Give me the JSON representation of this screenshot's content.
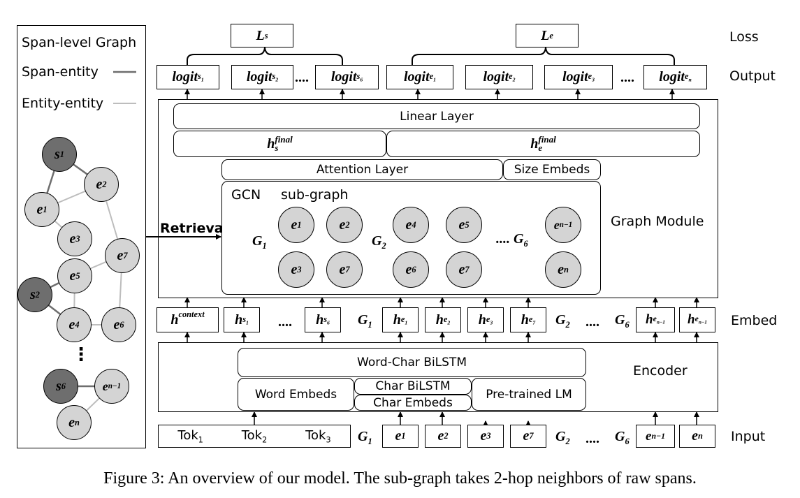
{
  "legend": {
    "title": "Span-level Graph",
    "span_entity": "Span-entity",
    "entity_entity": "Entity-entity"
  },
  "graph_nodes": {
    "s1": "s",
    "s1_sub": "1",
    "e2": "e",
    "e2_sub": "2",
    "e1": "e",
    "e1_sub": "1",
    "e3": "e",
    "e3_sub": "3",
    "e7": "e",
    "e7_sub": "7",
    "e5": "e",
    "e5_sub": "5",
    "s2": "s",
    "s2_sub": "2",
    "e4": "e",
    "e4_sub": "4",
    "e6": "e",
    "e6_sub": "6",
    "vdots": "⋮",
    "s6": "s",
    "s6_sub": "6",
    "en1": "e",
    "en1_sub": "n−1",
    "en": "e",
    "en_sub": "n"
  },
  "retrieval": "Retrieval",
  "loss": {
    "ls": "L",
    "ls_sub": "s",
    "le": "L",
    "le_sub": "e"
  },
  "output": {
    "logit": "logit",
    "s": "s",
    "e": "e",
    "sub1": "1",
    "sub2": "2",
    "sub6": "6",
    "sub3": "3",
    "subn": "n",
    "dots": "....",
    "dots2": "...."
  },
  "module": {
    "linear": "Linear Layer",
    "h": "h",
    "s": "s",
    "e": "e",
    "final": "final",
    "attention": "Attention Layer",
    "size": "Size Embeds",
    "gcn": "GCN",
    "subgraph": "sub-graph",
    "G": "G",
    "g1": "1",
    "g2": "2",
    "g6": "6",
    "gdots": ".... G",
    "n1": "n−1",
    "n": "n",
    "s1": "1",
    "s2": "2",
    "s3": "3",
    "s4": "4",
    "s5": "5",
    "s6": "6",
    "s7": "7",
    "graph_module": "Graph Module"
  },
  "embed": {
    "context": "context",
    "h": "h",
    "dots": "....",
    "dots2": "....",
    "G": "G"
  },
  "encoder": {
    "bilstm": "Word-Char BiLSTM",
    "word": "Word Embeds",
    "char_bilstm": "Char BiLSTM",
    "char_embeds": "Char Embeds",
    "lm": "Pre-trained LM",
    "label": "Encoder"
  },
  "input": {
    "tok": "Tok",
    "t1": "1",
    "t2": "2",
    "t3": "3",
    "dots": "....",
    "e": "e",
    "G": "G"
  },
  "row_labels": {
    "loss": "Loss",
    "output": "Output",
    "embed": "Embed",
    "input": "Input"
  },
  "caption": "Figure 3: An overview of our model. The sub-graph takes 2-hop neighbors of raw spans."
}
